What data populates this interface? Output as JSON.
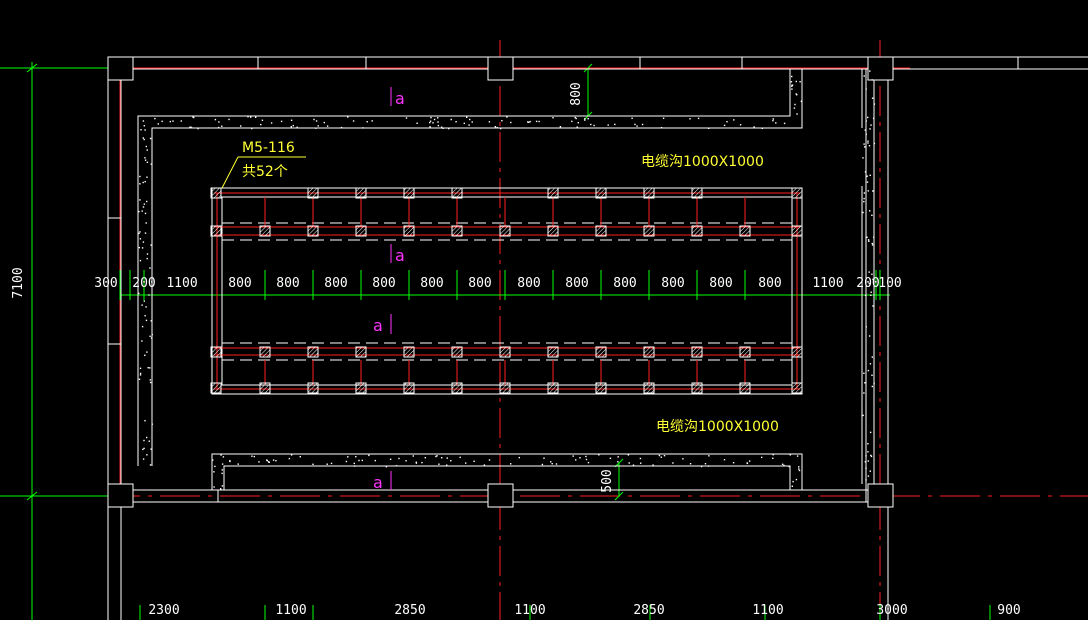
{
  "drawing": {
    "overall_dimension": "7100",
    "dimension_row_labels": [
      "300",
      "200",
      "1100",
      "800",
      "800",
      "800",
      "800",
      "800",
      "800",
      "800",
      "800",
      "800",
      "800",
      "800",
      "800",
      "1100",
      "200",
      "100"
    ],
    "bottom_dimension_labels": [
      "2300",
      "1100",
      "2850",
      "1100",
      "2850",
      "1100",
      "3000",
      "900"
    ],
    "dim_top_gap": "800",
    "dim_bottom_gap": "500",
    "callout_code": "M5-116",
    "callout_count": "共52个",
    "trench_label_top": "电缆沟1000X1000",
    "trench_label_bottom": "电缆沟1000X1000",
    "section_marks": [
      "a",
      "a",
      "a",
      "a"
    ],
    "colors": {
      "background": "#000000",
      "outline": "#ffffff",
      "axis": "#ff2020",
      "dimension": "#00ff00",
      "note": "#ffff33",
      "section": "#ff33ff"
    }
  }
}
